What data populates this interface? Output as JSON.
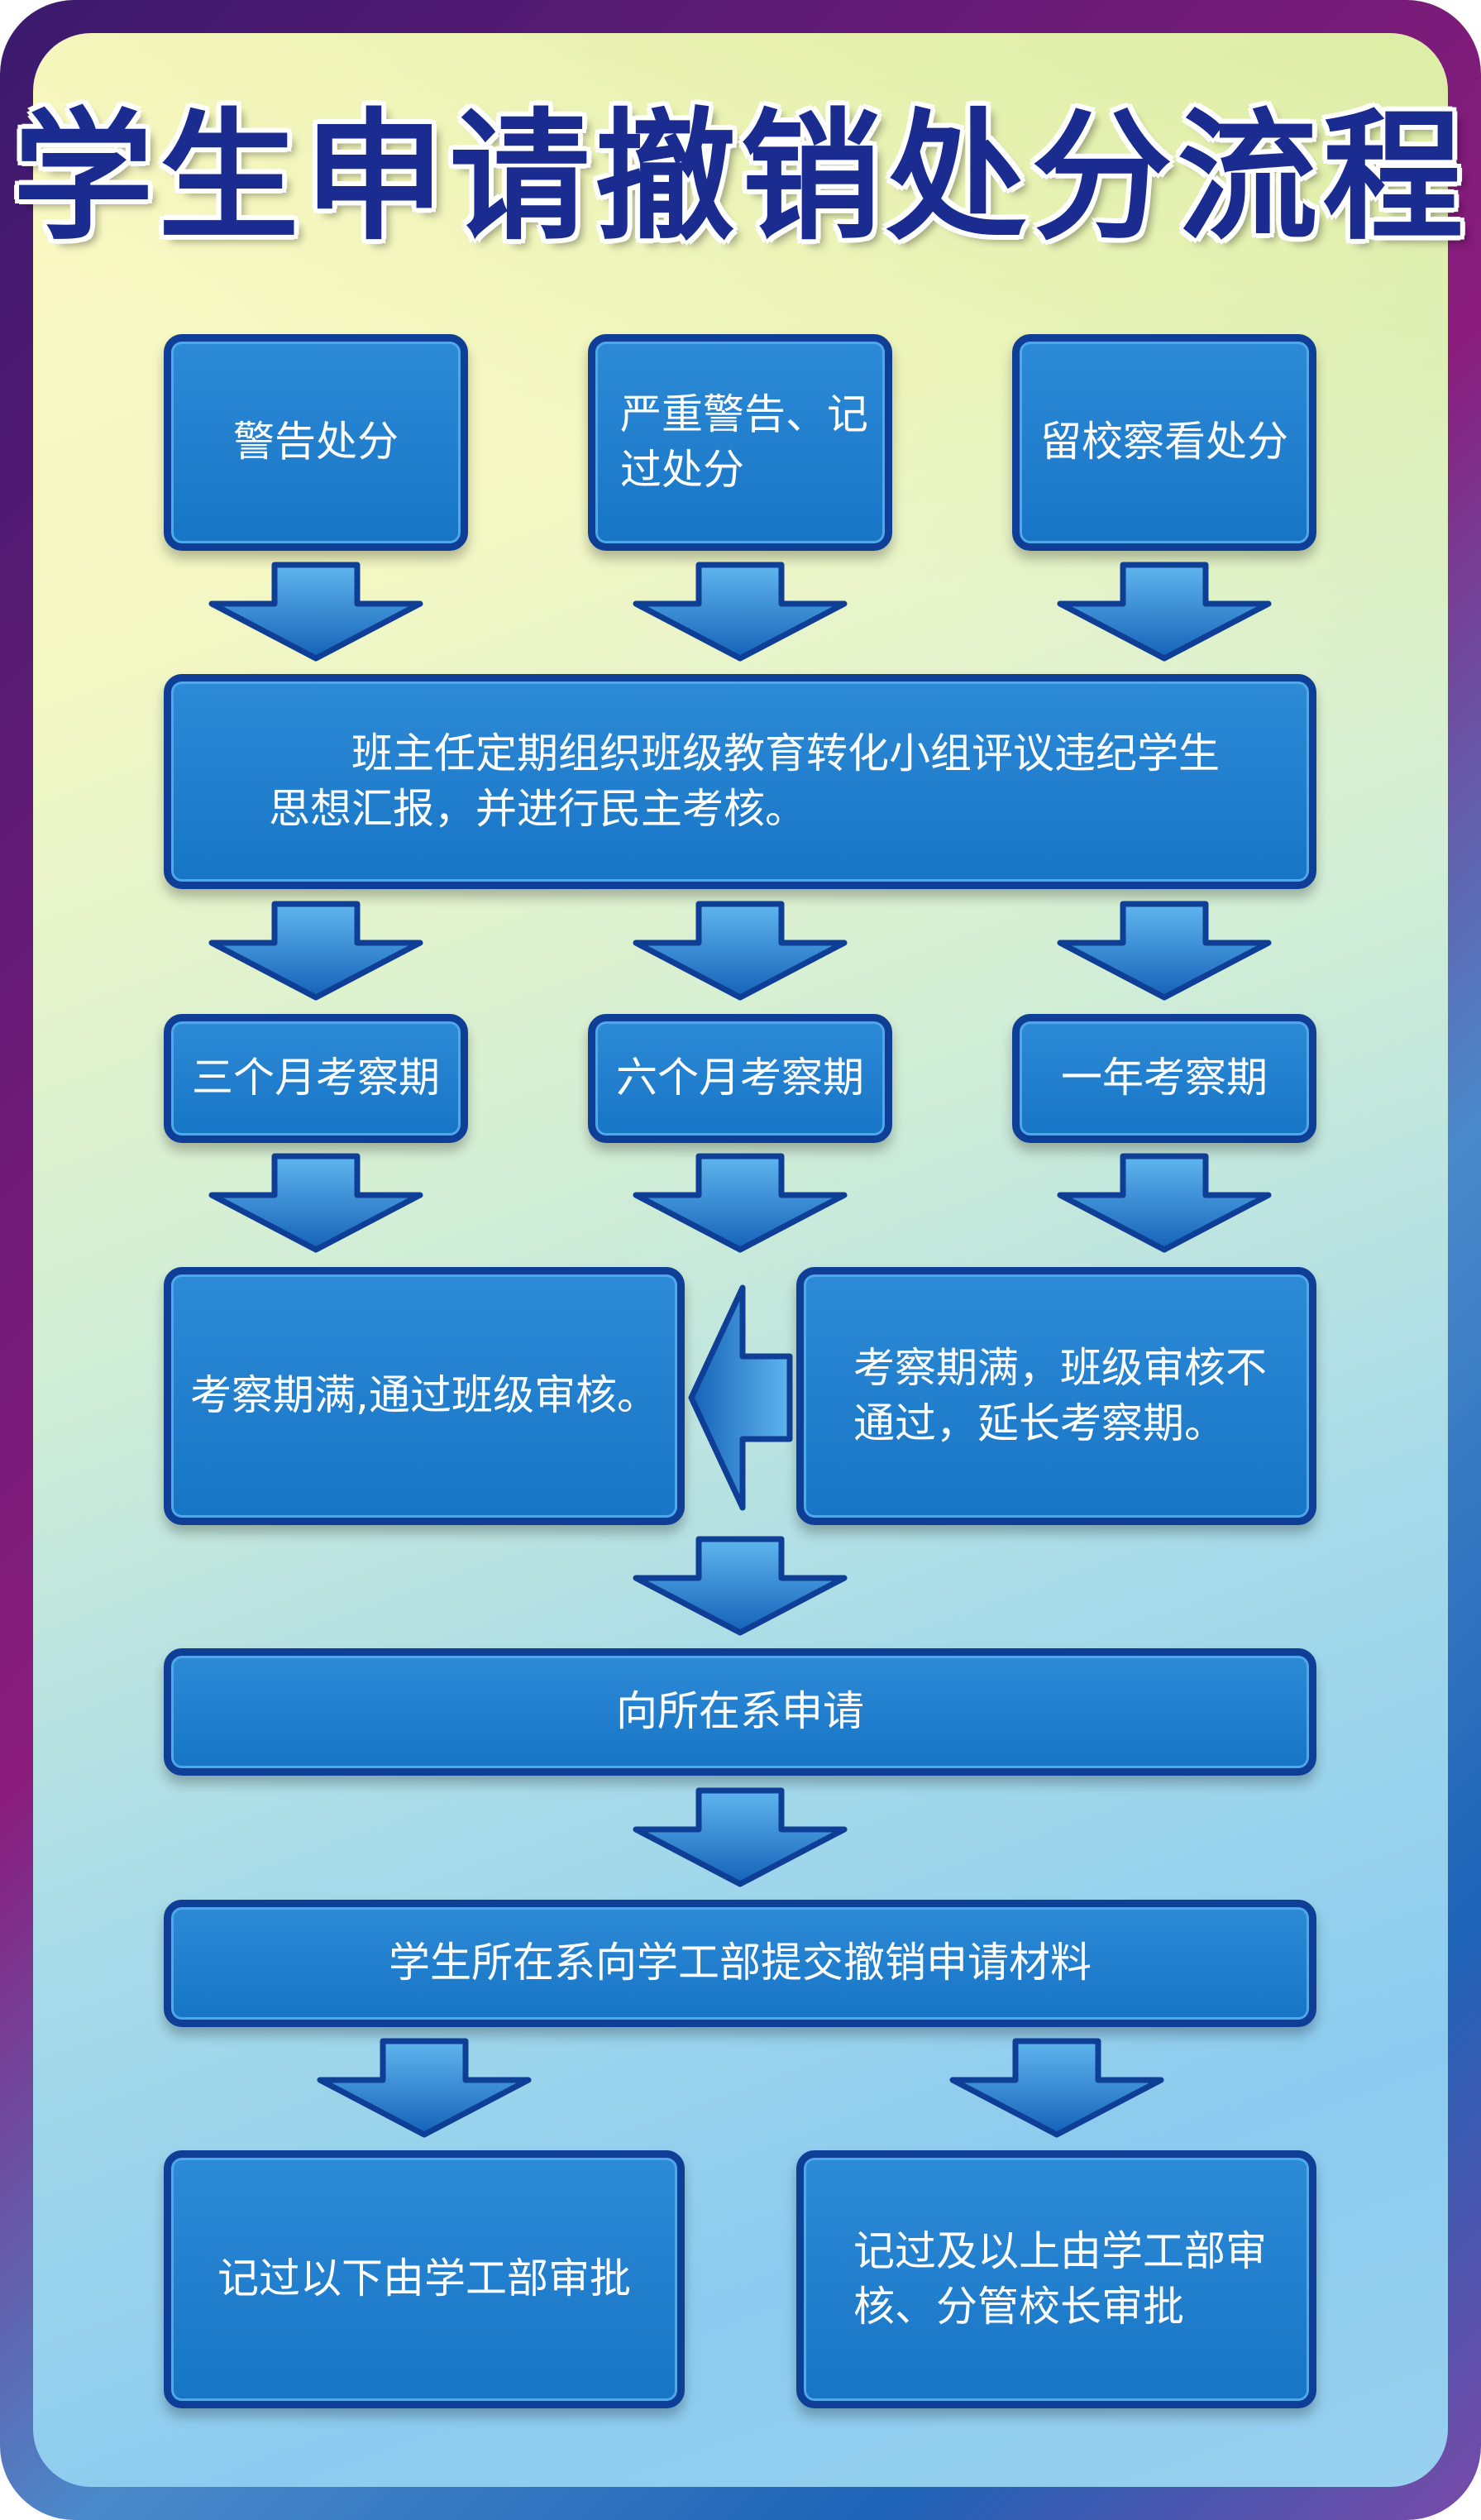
{
  "title": "学生申请撤销处分流程",
  "row1": [
    "警告处分",
    "严重警告、记\n过处分",
    "留校察看处分"
  ],
  "evaluation": "　　班主任定期组织班级教育转化小组评议违纪学生思想汇报，并进行民主考核。",
  "periods": [
    "三个月考察期",
    "六个月考察期",
    "一年考察期"
  ],
  "pass": "考察期满,通过班级审核。",
  "fail": "考察期满，班级审核不通过，延长考察期。",
  "apply_dept": "向所在系申请",
  "submit": "学生所在系向学工部提交撤销申请材料",
  "approve_below": "记过以下由学工部审批",
  "approve_above": "记过及以上由学工部审核、分管校长审批",
  "colors": {
    "box_fill": "#1775c6",
    "box_border": "#0e3e95",
    "title": "#1a2c8f",
    "arrow": "#1f7fd0"
  }
}
